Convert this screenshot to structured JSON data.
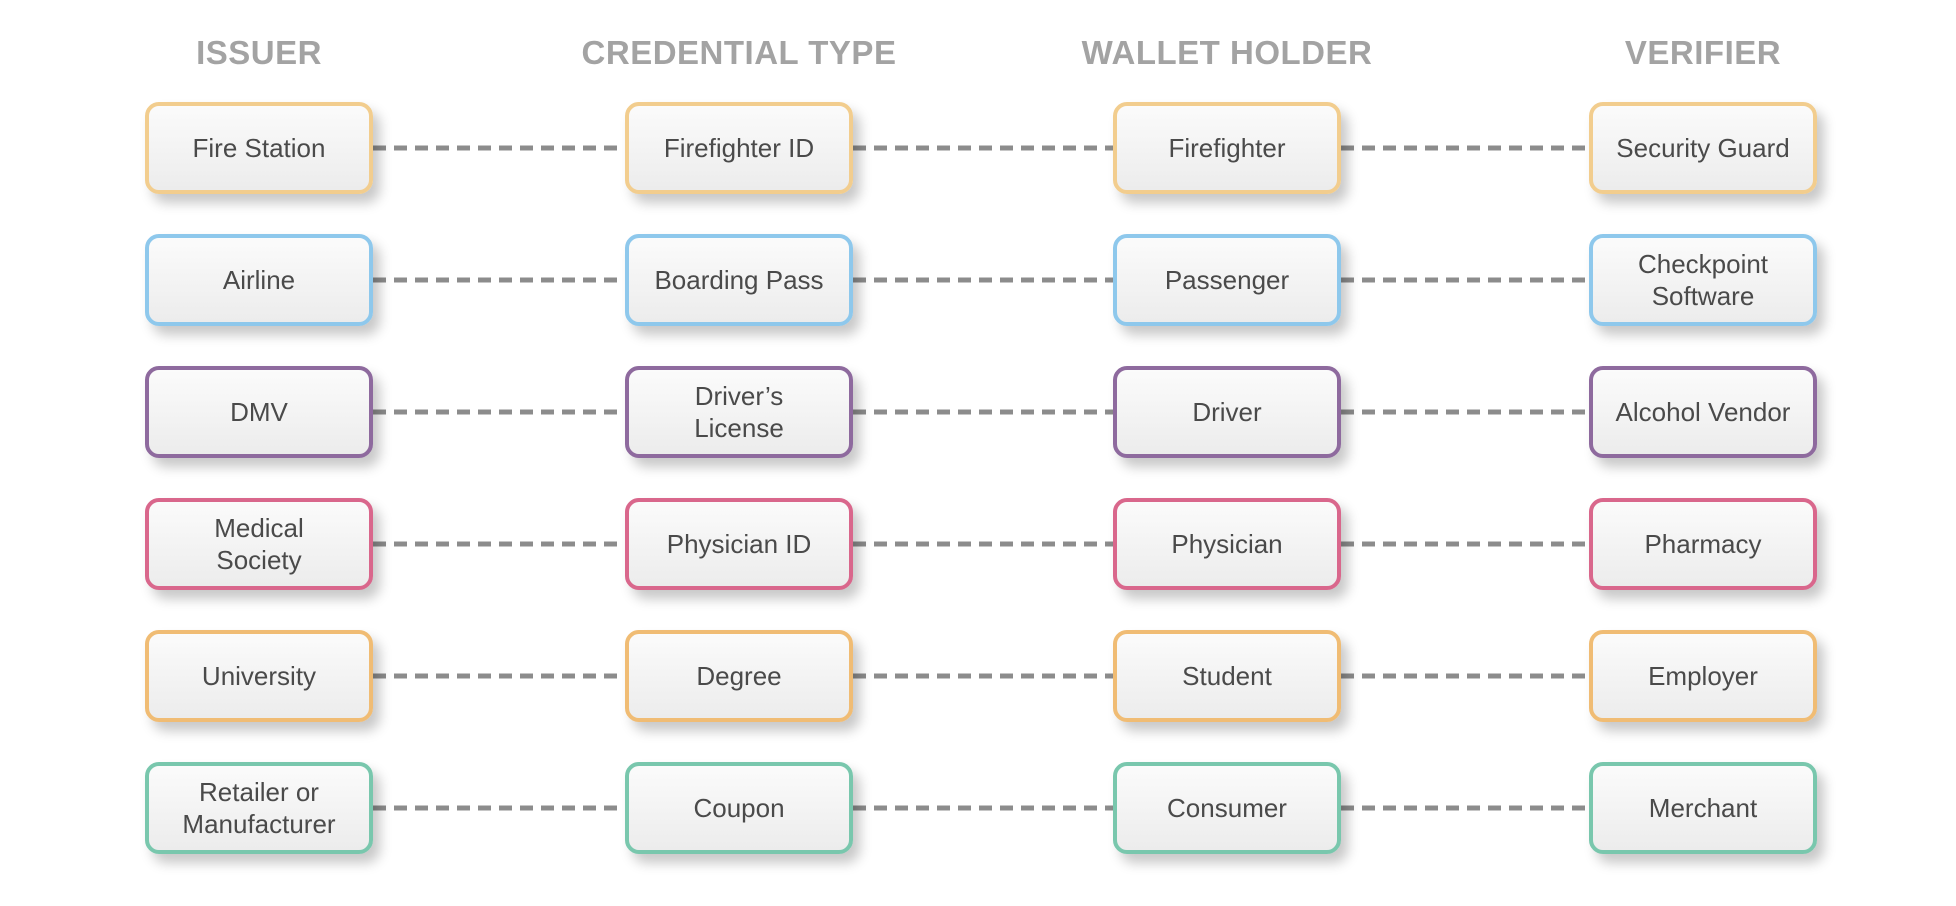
{
  "headers": [
    "ISSUER",
    "CREDENTIAL TYPE",
    "WALLET HOLDER",
    "VERIFIER"
  ],
  "rows": [
    {
      "color": "#f2cd8e",
      "cells": [
        "Fire Station",
        "Firefighter ID",
        "Firefighter",
        "Security Guard"
      ]
    },
    {
      "color": "#8ec8ec",
      "cells": [
        "Airline",
        "Boarding Pass",
        "Passenger",
        "Checkpoint Software"
      ]
    },
    {
      "color": "#8e6a9e",
      "cells": [
        "DMV",
        "Driver’s License",
        "Driver",
        "Alcohol Vendor"
      ]
    },
    {
      "color": "#d9678c",
      "cells": [
        "Medical Society",
        "Physician ID",
        "Physician",
        "Pharmacy"
      ]
    },
    {
      "color": "#f0bc74",
      "cells": [
        "University",
        "Degree",
        "Student",
        "Employer"
      ]
    },
    {
      "color": "#79c7ad",
      "cells": [
        "Retailer or Manufacturer",
        "Coupon",
        "Consumer",
        "Merchant"
      ]
    }
  ],
  "connector_color": "#8c8c8c"
}
